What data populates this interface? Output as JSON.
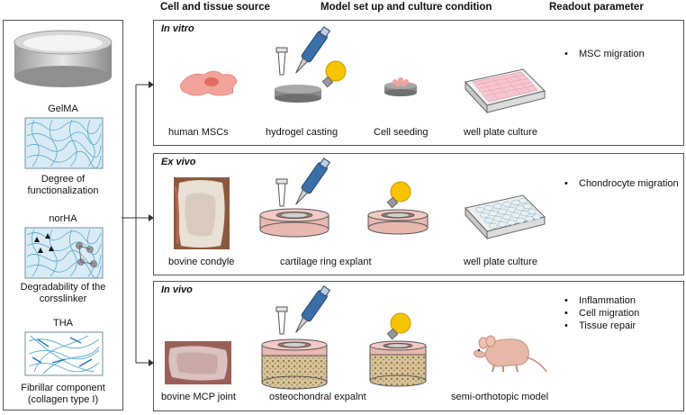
{
  "headers": {
    "cell_source": "Cell and tissue source",
    "model_setup": "Model set up and culture condition",
    "readout": "Readout parameter"
  },
  "left": {
    "gelma_title": "GelMA",
    "gelma_caption": "Degree of functionalization",
    "norha_title": "norHA",
    "norha_caption": "Degradability of the corsslinker",
    "tha_title": "THA",
    "tha_caption": "Fibrillar component (collagen type I)"
  },
  "in_vitro": {
    "title": "In vitro",
    "captions": [
      "human MSCs",
      "hydrogel casting",
      "Cell seeding",
      "well plate culture"
    ],
    "readouts": [
      "MSC migration"
    ]
  },
  "ex_vivo": {
    "title": "Ex vivo",
    "captions": [
      "bovine condyle",
      "cartilage ring explant",
      "well plate culture"
    ],
    "readouts": [
      "Chondrocyte migration"
    ]
  },
  "in_vivo": {
    "title": "In vivo",
    "captions": [
      "bovine MCP joint",
      "osteochondral expalnt",
      "semi-orthotopic model"
    ],
    "readouts": [
      "Inflammation",
      "Cell migration",
      "Tissue repair"
    ]
  },
  "bullet_char": "•",
  "colors": {
    "border": "#555555",
    "mesh_bg": "#d9ecf5",
    "mesh_line": "#5aa6cf",
    "cell_pink": "#f2a39c",
    "ring_pink": "#e9b8b1",
    "bulb_yellow": "#f6c400",
    "pipette_blue": "#3a6fa8"
  }
}
